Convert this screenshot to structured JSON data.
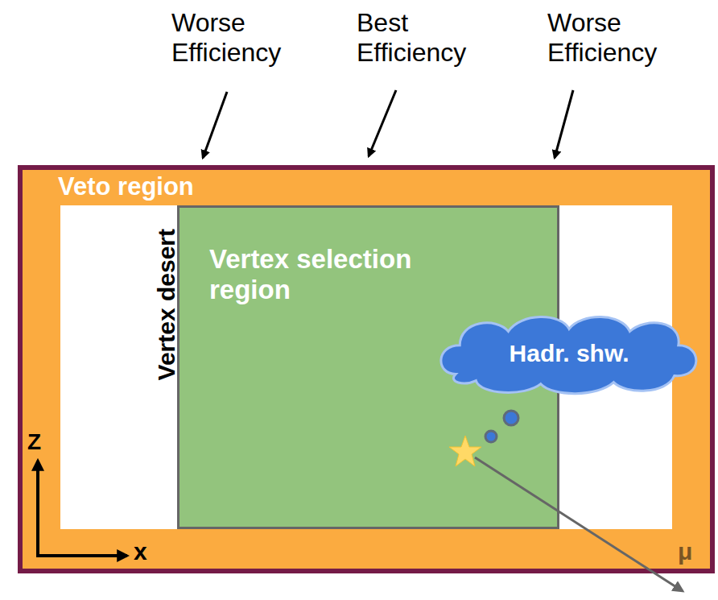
{
  "diagram": {
    "nodes": [
      {
        "text": [
          "Veto region"
        ]
      },
      {
        "text": [
          "Vertex desert"
        ],
        "in": 0
      },
      {
        "text": [
          "Vertex selection region"
        ],
        "in": 1
      },
      {
        "text": [
          "Hadr. shw."
        ],
        "in": 0
      }
    ],
    "labels": [
      "Worse Efficiency",
      "Best Efficiency",
      "Worse Efficiency",
      "Z",
      "x",
      "μ"
    ]
  }
}
